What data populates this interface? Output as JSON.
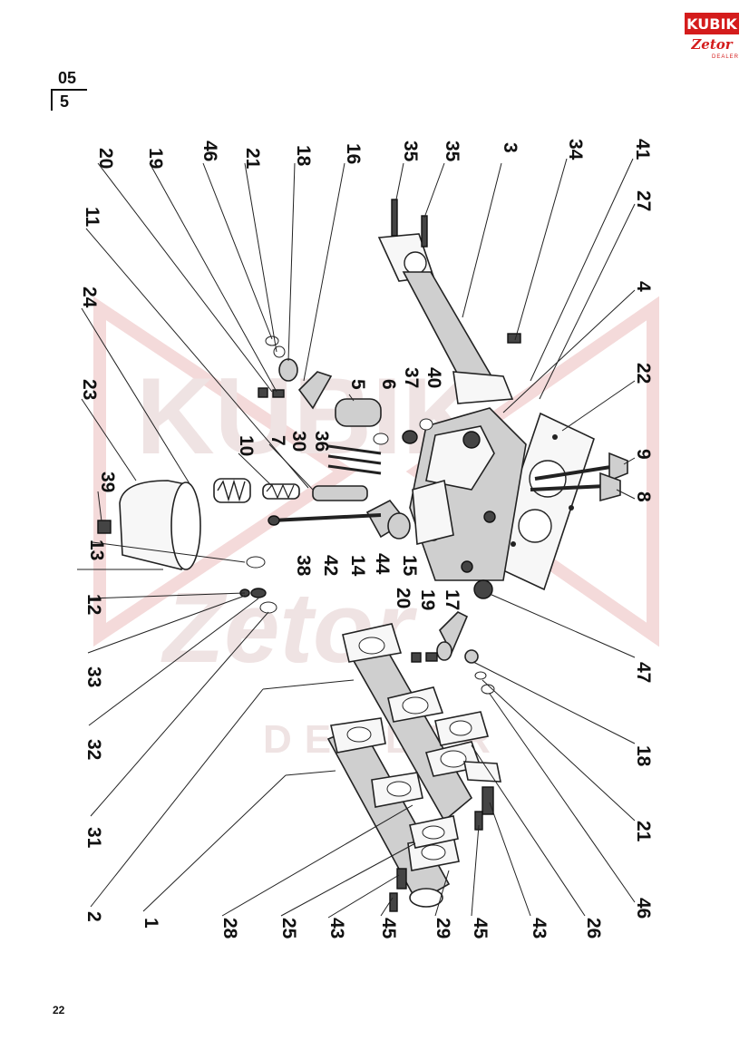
{
  "header": {
    "brand": "KUBIK",
    "brand_sub": "Zetor",
    "brand_dealer": "DEALER",
    "section_number": "05",
    "section_sub": "5"
  },
  "page_number": "22",
  "watermark": {
    "line1": "KUBIK",
    "line2": "Zetor",
    "line3": "DEALER"
  },
  "callouts": [
    {
      "id": "c20a",
      "text": "20"
    },
    {
      "id": "c19a",
      "text": "19"
    },
    {
      "id": "c46a",
      "text": "46"
    },
    {
      "id": "c21a",
      "text": "21"
    },
    {
      "id": "c18a",
      "text": "18"
    },
    {
      "id": "c16",
      "text": "16"
    },
    {
      "id": "c35a",
      "text": "35"
    },
    {
      "id": "c35b",
      "text": "35"
    },
    {
      "id": "c3",
      "text": "3"
    },
    {
      "id": "c34",
      "text": "34"
    },
    {
      "id": "c41",
      "text": "41"
    },
    {
      "id": "c11",
      "text": "11"
    },
    {
      "id": "c27",
      "text": "27"
    },
    {
      "id": "c24",
      "text": "24"
    },
    {
      "id": "c4",
      "text": "4"
    },
    {
      "id": "c23",
      "text": "23"
    },
    {
      "id": "c5",
      "text": "5"
    },
    {
      "id": "c6",
      "text": "6"
    },
    {
      "id": "c37",
      "text": "37"
    },
    {
      "id": "c40",
      "text": "40"
    },
    {
      "id": "c22",
      "text": "22"
    },
    {
      "id": "c10",
      "text": "10"
    },
    {
      "id": "c7",
      "text": "7"
    },
    {
      "id": "c30",
      "text": "30"
    },
    {
      "id": "c36",
      "text": "36"
    },
    {
      "id": "c39",
      "text": "39"
    },
    {
      "id": "c9",
      "text": "9"
    },
    {
      "id": "c8",
      "text": "8"
    },
    {
      "id": "c13",
      "text": "13"
    },
    {
      "id": "c38",
      "text": "38"
    },
    {
      "id": "c42",
      "text": "42"
    },
    {
      "id": "c14",
      "text": "14"
    },
    {
      "id": "c44",
      "text": "44"
    },
    {
      "id": "c15",
      "text": "15"
    },
    {
      "id": "c12",
      "text": "12"
    },
    {
      "id": "c20b",
      "text": "20"
    },
    {
      "id": "c19b",
      "text": "19"
    },
    {
      "id": "c17",
      "text": "17"
    },
    {
      "id": "c33",
      "text": "33"
    },
    {
      "id": "c47",
      "text": "47"
    },
    {
      "id": "c32",
      "text": "32"
    },
    {
      "id": "c18b",
      "text": "18"
    },
    {
      "id": "c31",
      "text": "31"
    },
    {
      "id": "c21b",
      "text": "21"
    },
    {
      "id": "c2",
      "text": "2"
    },
    {
      "id": "c46b",
      "text": "46"
    },
    {
      "id": "c1",
      "text": "1"
    },
    {
      "id": "c28",
      "text": "28"
    },
    {
      "id": "c25",
      "text": "25"
    },
    {
      "id": "c43a",
      "text": "43"
    },
    {
      "id": "c45a",
      "text": "45"
    },
    {
      "id": "c29",
      "text": "29"
    },
    {
      "id": "c45b",
      "text": "45"
    },
    {
      "id": "c43b",
      "text": "43"
    },
    {
      "id": "c26",
      "text": "26"
    }
  ]
}
